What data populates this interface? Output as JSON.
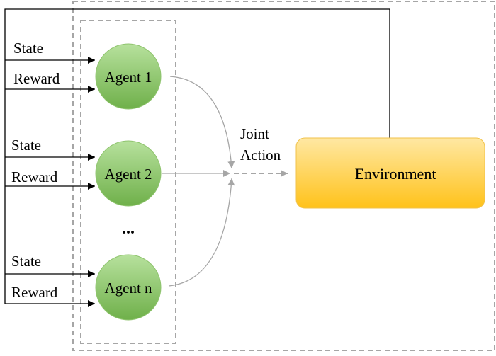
{
  "agents": [
    {
      "label": "Agent 1",
      "state_label": "State",
      "reward_label": "Reward"
    },
    {
      "label": "Agent 2",
      "state_label": "State",
      "reward_label": "Reward"
    },
    {
      "label": "Agent n",
      "state_label": "State",
      "reward_label": "Reward"
    }
  ],
  "ellipsis": "...",
  "joint_action": {
    "line1": "Joint",
    "line2": "Action"
  },
  "environment": {
    "label": "Environment"
  },
  "colors": {
    "agent_fill_top": "#a9d98c",
    "agent_fill_bottom": "#70ad47",
    "agent_stroke": "#70ad47",
    "env_fill_top": "#ffe699",
    "env_fill_bottom": "#ffc000",
    "env_stroke": "#f2c200",
    "dashed_border": "#a6a6a6",
    "curve": "#a6a6a6",
    "arrow": "#000000"
  }
}
